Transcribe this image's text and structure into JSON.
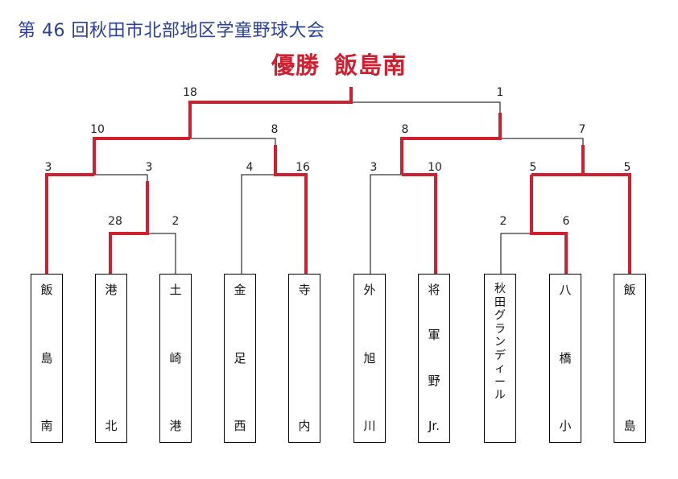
{
  "title": "第 46 回秋田市北部地区学童野球大会",
  "champion": {
    "label": "優勝",
    "team": "飯島南"
  },
  "teams": [
    {
      "chars": [
        "飯",
        "島",
        "南"
      ]
    },
    {
      "chars": [
        "港",
        "北"
      ]
    },
    {
      "chars": [
        "土",
        "崎",
        "港"
      ]
    },
    {
      "chars": [
        "金",
        "足",
        "西"
      ]
    },
    {
      "chars": [
        "寺",
        "内"
      ]
    },
    {
      "chars": [
        "外",
        "旭",
        "川"
      ]
    },
    {
      "chars": [
        "将",
        "軍",
        "野",
        "Jr."
      ]
    },
    {
      "chars": [
        "秋",
        "田",
        "グ",
        "ラ",
        "ン",
        "デ",
        "ィ",
        "ー",
        "ル"
      ]
    },
    {
      "chars": [
        "八",
        "橋",
        "小"
      ]
    },
    {
      "chars": [
        "飯",
        "島"
      ]
    }
  ],
  "scores": {
    "final": [
      "18",
      "1"
    ],
    "semifinal_left": [
      "10",
      "8"
    ],
    "semifinal_right": [
      "8",
      "7"
    ],
    "quarter_1": [
      "3",
      "3"
    ],
    "quarter_2": [
      "4",
      "16"
    ],
    "quarter_3": [
      "3",
      "10"
    ],
    "quarter_4": [
      "5",
      "5"
    ],
    "round1_left": [
      "28",
      "2"
    ],
    "round1_right": [
      "2",
      "6"
    ]
  },
  "colors": {
    "title": "#2b3f9c",
    "winner_line": "#d01f2f",
    "line": "#000000"
  }
}
